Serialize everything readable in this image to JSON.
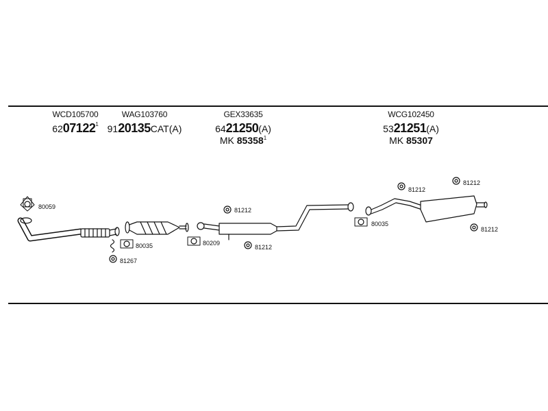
{
  "headers": [
    {
      "code": "WCD105700",
      "prefix": "62",
      "number": "07122",
      "suffix": "",
      "sup": "1"
    },
    {
      "code": "WAG103760",
      "prefix": "91",
      "number": "20135",
      "suffix": "CAT(A)",
      "sup": ""
    },
    {
      "code": "GEX33635",
      "prefix": "64",
      "number": "21250",
      "suffix": "(A)",
      "sup": "",
      "mk_prefix": "MK",
      "mk_number": "85358",
      "mk_sup": "1"
    },
    {
      "code": "WCG102450",
      "prefix": "53",
      "number": "21251",
      "suffix": "(A)",
      "sup": "",
      "mk_prefix": "MK",
      "mk_number": "85307"
    }
  ],
  "parts": [
    "80059",
    "80035",
    "81267",
    "80209",
    "81212",
    "81212",
    "80035",
    "81212",
    "81212",
    "81212"
  ],
  "colors": {
    "line": "#111111",
    "pipe": "#ffffff"
  }
}
